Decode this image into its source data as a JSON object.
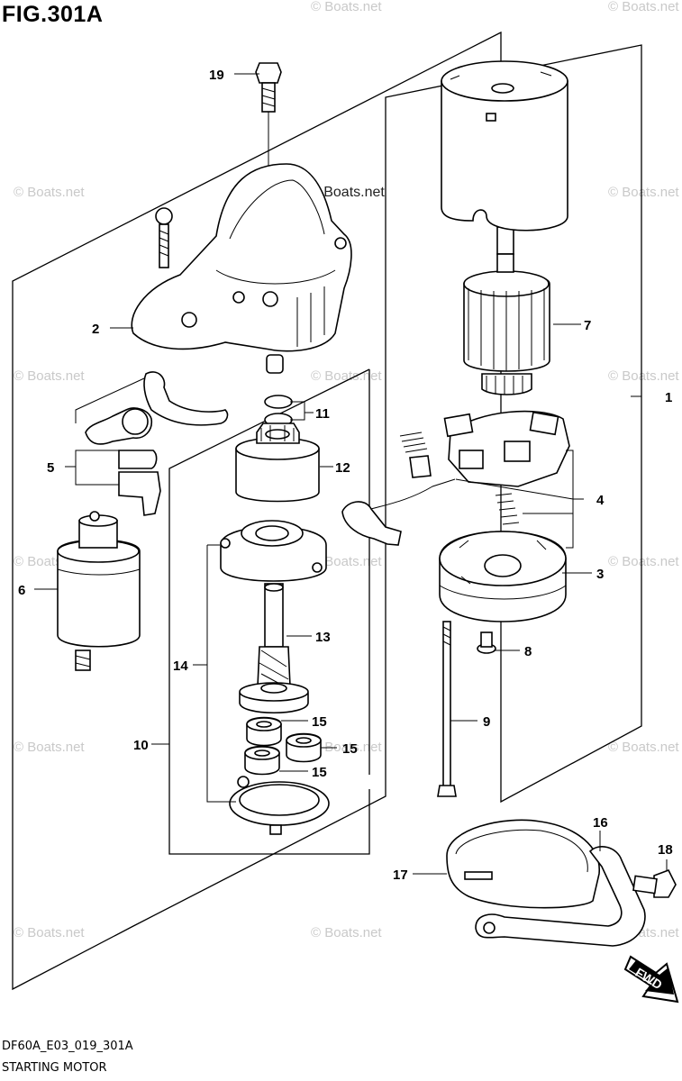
{
  "figure": {
    "title": "FIG.301A",
    "code": "DF60A_E03_019_301A",
    "name": "STARTING MOTOR"
  },
  "watermark": "© Boats.net",
  "fwd_label": "FWD",
  "callouts": [
    "1",
    "2",
    "3",
    "4",
    "5",
    "6",
    "7",
    "8",
    "9",
    "10",
    "11",
    "12",
    "13",
    "14",
    "15",
    "15",
    "15",
    "16",
    "17",
    "18",
    "19"
  ]
}
